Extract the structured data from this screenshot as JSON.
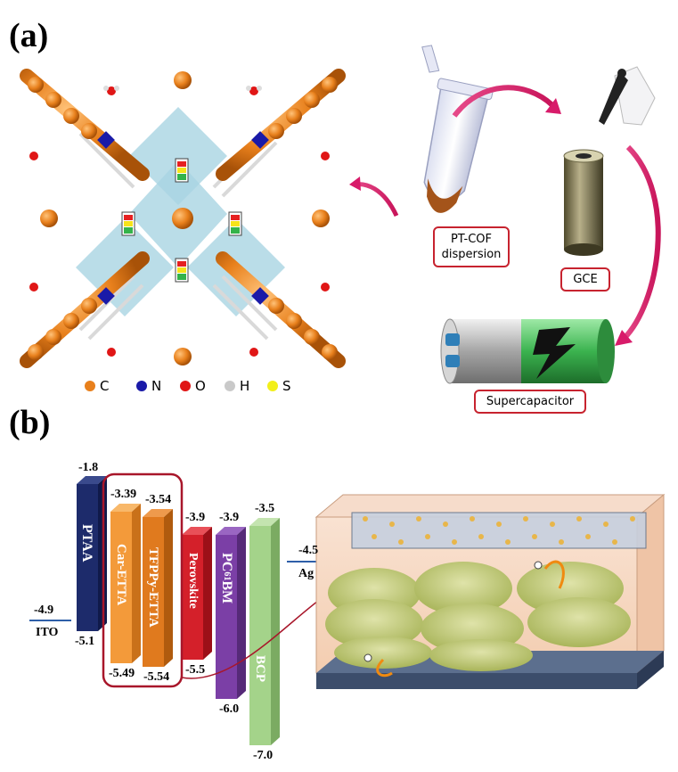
{
  "panel_a": {
    "label": "(a)",
    "legend": [
      {
        "symbol": "C",
        "color": "#e8801c"
      },
      {
        "symbol": "N",
        "color": "#1a1aa8"
      },
      {
        "symbol": "O",
        "color": "#e01616"
      },
      {
        "symbol": "H",
        "color": "#c9c9c9"
      },
      {
        "symbol": "S",
        "color": "#f2ef1a"
      }
    ],
    "boxes": {
      "dispersion": "PT-COF\ndispersion",
      "gce": "GCE",
      "supercapacitor": "Supercapacitor"
    }
  },
  "panel_b": {
    "label": "(b)",
    "layers": [
      {
        "name": "PTAA",
        "top": "-1.8",
        "bottom": "-5.1",
        "color": "#1d2b6b"
      },
      {
        "name": "Car-ETTA",
        "top": "-3.39",
        "bottom": "-5.49",
        "color": "#f39a3a"
      },
      {
        "name": "TFPPy-ETTA",
        "top": "-3.54",
        "bottom": "-5.54",
        "color": "#e07a1e"
      },
      {
        "name": "Perovskite",
        "top": "-3.9",
        "bottom": "-5.5",
        "color": "#d4202a"
      },
      {
        "name": "PC61BM",
        "top": "-3.9",
        "bottom": "-6.0",
        "color": "#7b3fa6"
      },
      {
        "name": "BCP",
        "top": "-3.5",
        "bottom": "-7.0",
        "color": "#a4d38a"
      }
    ],
    "electrodes": [
      {
        "name": "ITO",
        "value": "-4.9"
      },
      {
        "name": "Ag",
        "value": "-4.5"
      }
    ]
  }
}
